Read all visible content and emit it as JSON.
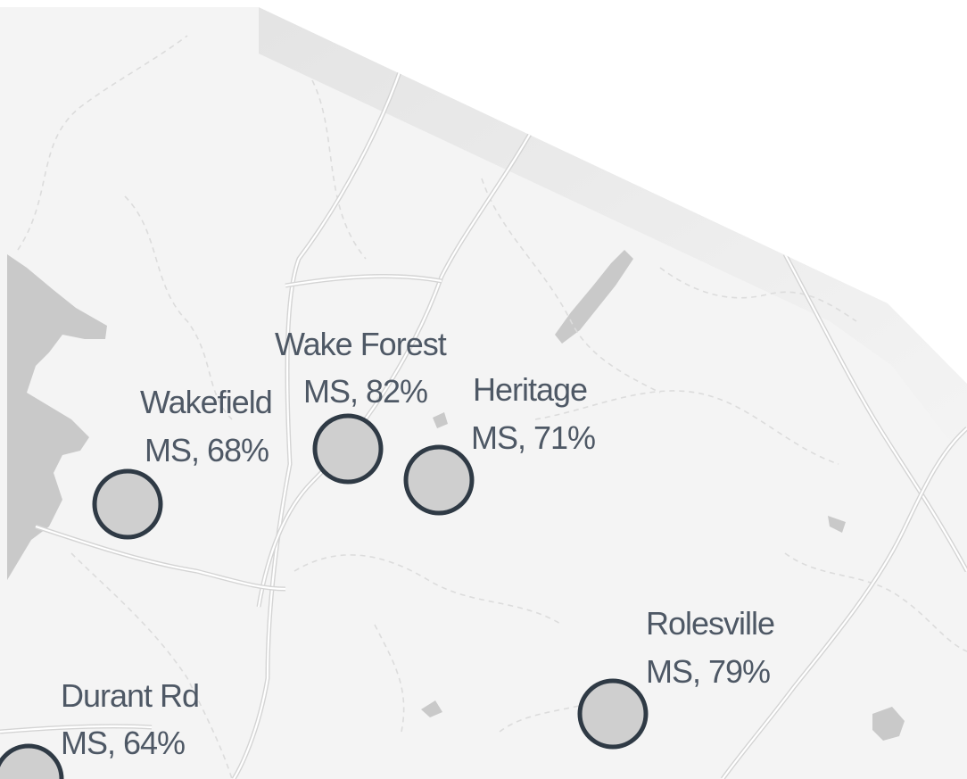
{
  "map": {
    "colors": {
      "background": "#ffffff",
      "land": "#f4f4f4",
      "water": "#c9c9c9",
      "marker_fill": "#cfcfcf",
      "marker_stroke": "#2f3a45",
      "label_text": "#4e5865"
    }
  },
  "schools": [
    {
      "name": "Wake Forest",
      "detail": "MS, 82%",
      "value": 82
    },
    {
      "name": "Wakefield",
      "detail": "MS, 68%",
      "value": 68
    },
    {
      "name": "Heritage",
      "detail": "MS, 71%",
      "value": 71
    },
    {
      "name": "Rolesville",
      "detail": "MS, 79%",
      "value": 79
    },
    {
      "name": "Durant Rd",
      "detail": "MS, 64%",
      "value": 64
    }
  ]
}
